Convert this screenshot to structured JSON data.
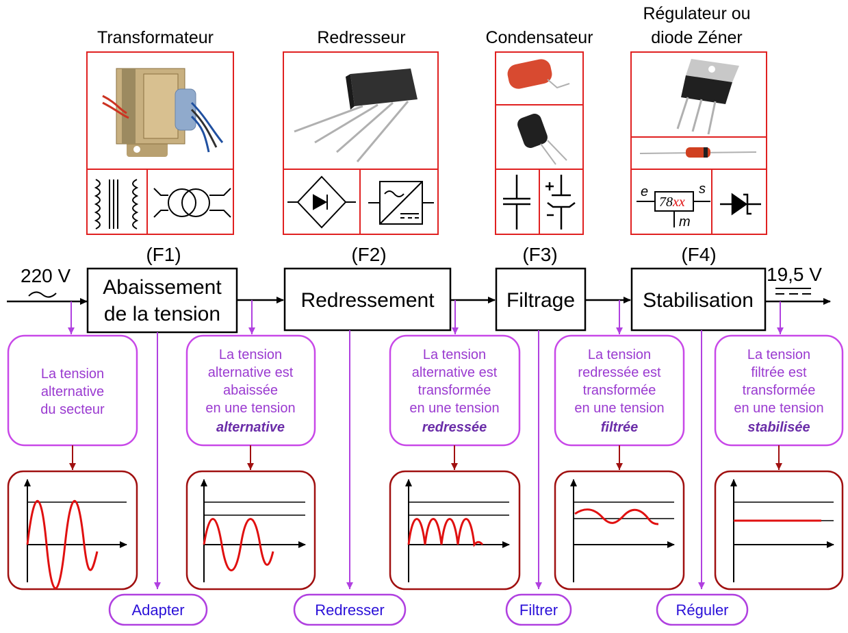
{
  "components": [
    {
      "title_lines": [
        "Transformateur"
      ],
      "label": "(F1)"
    },
    {
      "title_lines": [
        "Redresseur"
      ],
      "label": "(F2)"
    },
    {
      "title_lines": [
        "Condensateur"
      ],
      "label": "(F3)"
    },
    {
      "title_lines": [
        "Régulateur ou",
        "diode Zéner"
      ],
      "label": "(F4)"
    }
  ],
  "input_voltage": "220 V",
  "output_voltage": "19,5 V",
  "blocks": [
    {
      "lines": [
        "Abaissement",
        "de la tension"
      ]
    },
    {
      "lines": [
        "Redressement"
      ]
    },
    {
      "lines": [
        "Filtrage"
      ]
    },
    {
      "lines": [
        "Stabilisation"
      ]
    }
  ],
  "descriptions": [
    {
      "lines": [
        "La tension",
        "alternative",
        "du secteur"
      ],
      "emphasis": ""
    },
    {
      "lines": [
        "La tension",
        "alternative est",
        "abaissée",
        "en une tension"
      ],
      "emphasis": "alternative"
    },
    {
      "lines": [
        "La tension",
        "alternative est",
        "transformée",
        "en une tension"
      ],
      "emphasis": "redressée"
    },
    {
      "lines": [
        "La tension",
        "redressée est",
        "transformée",
        "en une tension"
      ],
      "emphasis": "filtrée"
    },
    {
      "lines": [
        "La tension",
        "filtrée est",
        "transformée",
        "en une tension"
      ],
      "emphasis": "stabilisée"
    }
  ],
  "actions": [
    "Adapter",
    "Redresser",
    "Filtrer",
    "Réguler"
  ],
  "regulator_symbol": {
    "input": "e",
    "output": "s",
    "ground": "m",
    "code_prefix": "78",
    "code_suffix": "xx"
  },
  "colors": {
    "frame_red": "#e02020",
    "purple": "#b040e0",
    "dark_red": "#a01010",
    "signal_red": "#e01010",
    "action_text": "#2a10d8"
  }
}
